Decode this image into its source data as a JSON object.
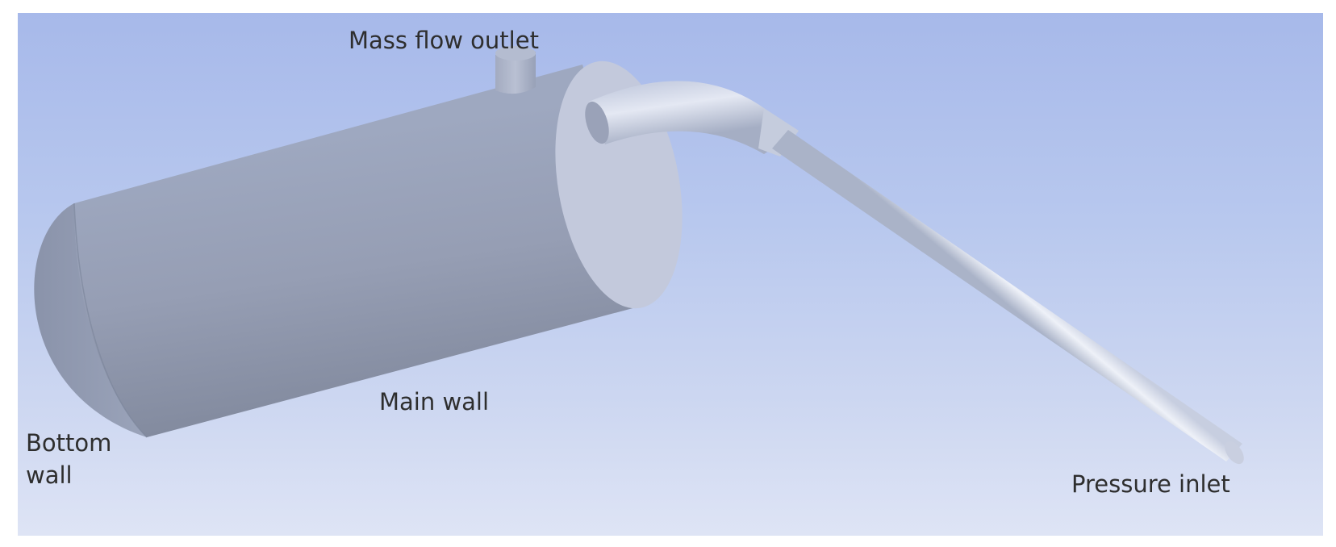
{
  "model": {
    "labels": {
      "mass_flow_outlet": "Mass flow outlet",
      "main_wall": "Main wall",
      "bottom_wall_line1": "Bottom",
      "bottom_wall_line2": "wall",
      "pressure_inlet": "Pressure inlet"
    },
    "colors": {
      "background_top": "#a7b9ea",
      "background_bottom": "#dee4f5",
      "body_gray": "#9aa2b8",
      "end_cap_face": "#c3c9dc",
      "label_text": "#2e2e2e"
    }
  }
}
